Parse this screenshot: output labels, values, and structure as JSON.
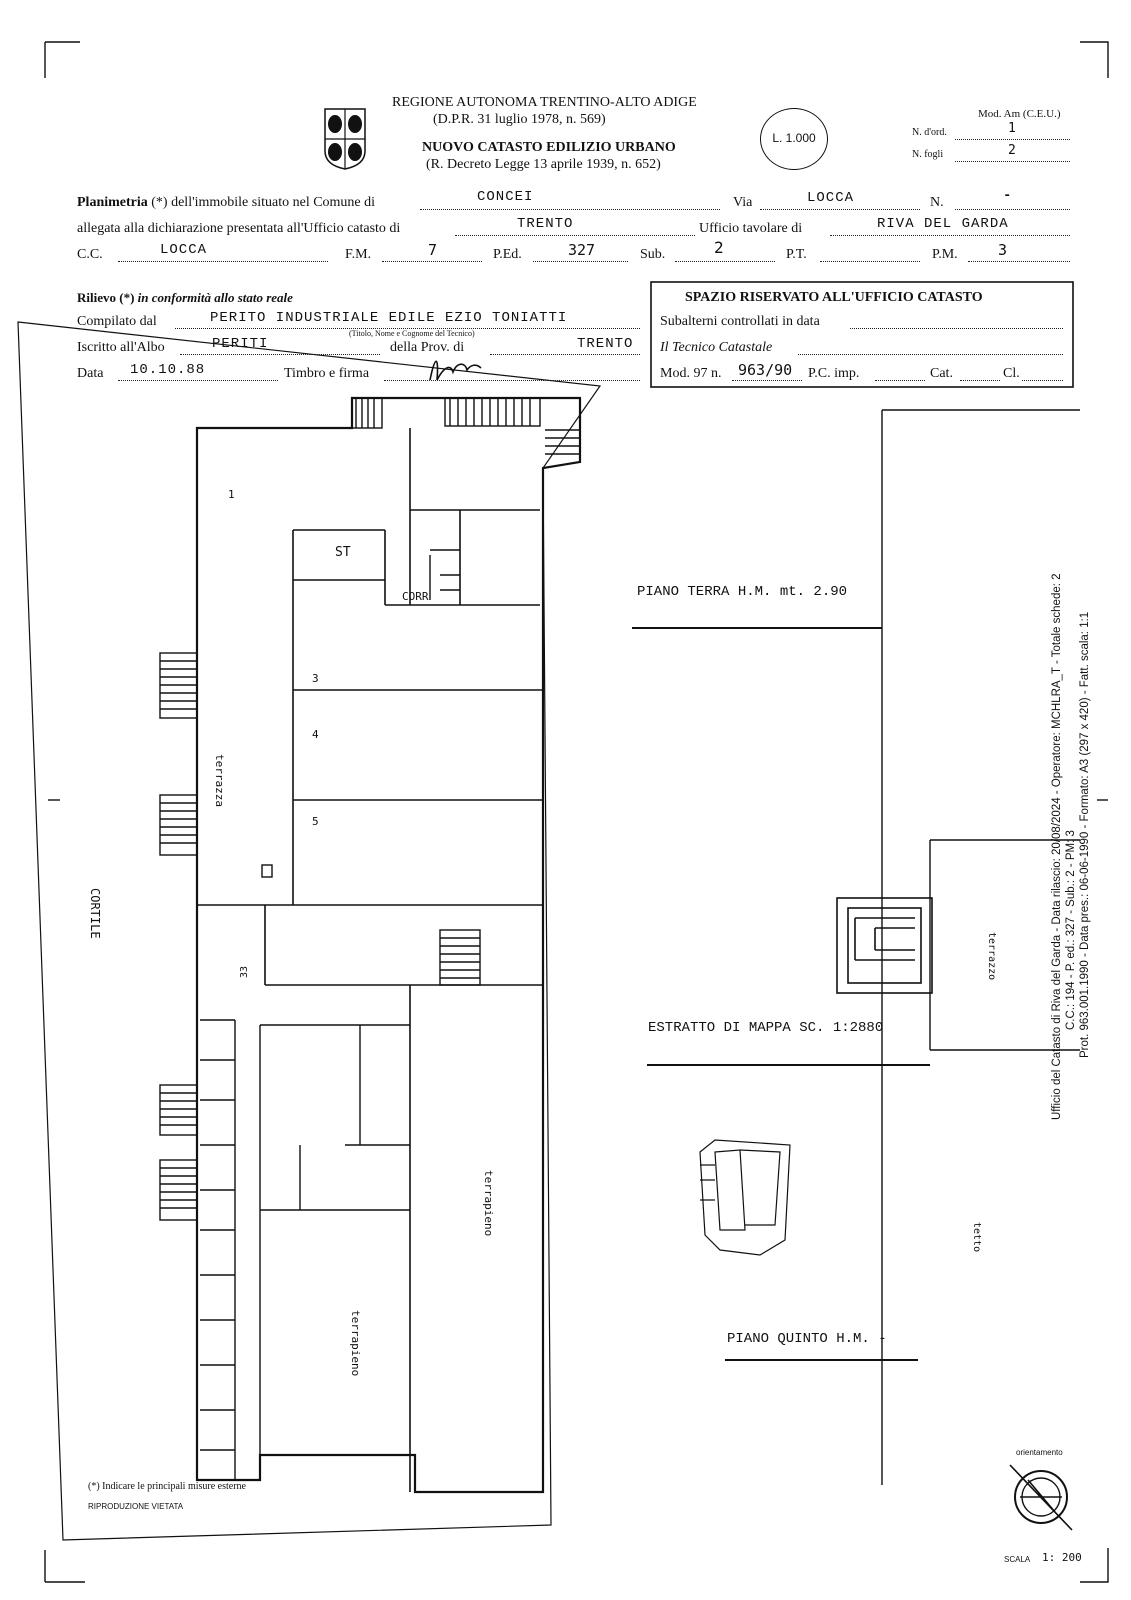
{
  "header": {
    "region": "REGIONE AUTONOMA TRENTINO-ALTO ADIGE",
    "dpr": "(D.P.R. 31 luglio 1978, n. 569)",
    "catasto": "NUOVO CATASTO EDILIZIO URBANO",
    "decreto": "(R. Decreto Legge 13 aprile 1939, n. 652)",
    "stamp": "L. 1.000",
    "mod": "Mod. Am (C.E.U.)",
    "nord_label": "N. d'ord.",
    "nord_value": "1",
    "nfogli_label": "N. fogli",
    "nfogli_value": "2"
  },
  "fields": {
    "planimetria_label": "Planimetria",
    "planimetria_text": " (*) dell'immobile situato nel Comune di",
    "comune": "CONCEI",
    "via_label": "Via",
    "via": "LOCCA",
    "n_label": "N.",
    "n_value": "-",
    "allegata_label": "allegata alla dichiarazione presentata all'Ufficio catasto di",
    "ufficio_catasto": "TRENTO",
    "tavolare_label": "Ufficio tavolare di",
    "tavolare": "RIVA DEL GARDA",
    "cc_label": "C.C.",
    "cc": "LOCCA",
    "fm_label": "F.M.",
    "fm": "7",
    "ped_label": "P.Ed.",
    "ped": "327",
    "sub_label": "Sub.",
    "sub": "2",
    "pt_label": "P.T.",
    "pm_label": "P.M.",
    "pm": "3"
  },
  "rilievo": {
    "title_bold": "Rilievo (*)",
    "title_italic": " in conformità allo stato reale",
    "compilato_label": "Compilato dal",
    "compilato": "PERITO INDUSTRIALE EDILE EZIO TONIATTI",
    "titolo_note": "(Titolo, Nome e Cognome del Tecnico)",
    "iscritto_label": "Iscritto all'Albo",
    "albo": "PERITI",
    "prov_label": "della Prov. di",
    "prov": "TRENTO",
    "data_label": "Data",
    "data": "10.10.88",
    "timbro_label": "Timbro e firma"
  },
  "spazio": {
    "title": "SPAZIO RISERVATO ALL'UFFICIO CATASTO",
    "subalterni": "Subalterni controllati in data",
    "tecnico": "Il Tecnico Catastale",
    "mod97_label": "Mod. 97 n.",
    "mod97": "963/90",
    "pc_label": "P.C. imp.",
    "cat_label": "Cat.",
    "cl_label": "Cl."
  },
  "plan_labels": {
    "piano_terra": "PIANO TERRA H.M. mt. 2.90",
    "estratto": "ESTRATTO DI MAPPA SC. 1:2880",
    "piano_quinto": "PIANO QUINTO H.M. -",
    "terrazza": "terrazza",
    "cortile": "CORTILE",
    "terrapieno1": "terrapieno",
    "terrapieno2": "terrapieno",
    "terrazzo": "terrazzo",
    "tetto": "tetto",
    "st": "ST",
    "corr": "CORR",
    "num1": "1",
    "num3": "3",
    "num4": "4",
    "num5": "5",
    "num33": "33"
  },
  "footer": {
    "note": "(*) Indicare le principali misure esterne",
    "riproduzione": "RIPRODUZIONE VIETATA",
    "orientamento": "orientamento",
    "scala_label": "SCALA",
    "scala_value": "1: 200"
  },
  "side_text": {
    "line1": "Ufficio del Catasto di Riva del Garda - Data rilascio: 20/08/2024 - Operatore: MCHLRA_T - Totale schede: 2",
    "line2": "C.C.: 194 - P. ed.: 327 - Sub.: 2 - PM: 3",
    "line3": "Prot. 963.001.1990 - Data pres.: 06-06-1990 - Formato: A3 (297 x 420) - Fatt. scala: 1:1"
  }
}
